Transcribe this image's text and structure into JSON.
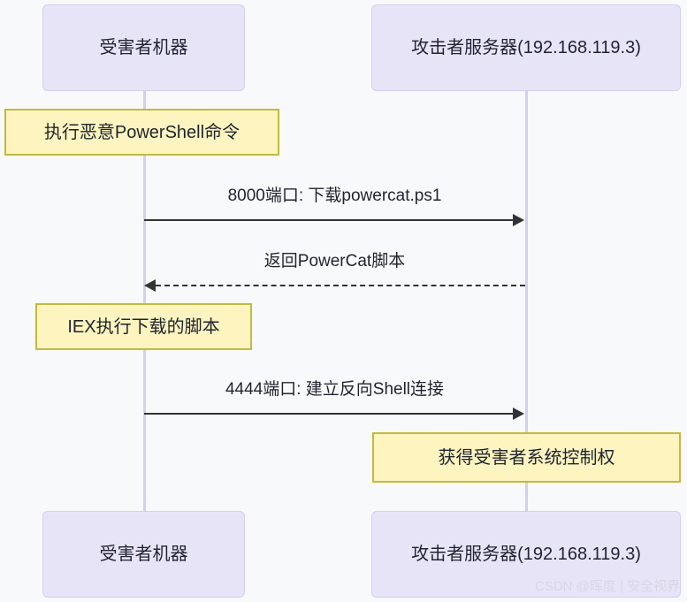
{
  "diagram": {
    "type": "sequence-diagram",
    "background_color": "#f8f9fb",
    "participants": [
      {
        "id": "victim",
        "label": "受害者机器",
        "lifeline_color": "#d6cdf2",
        "box_fill": "#e8e4f8",
        "box_border": "#d6cdf2"
      },
      {
        "id": "attacker",
        "label": "攻击者服务器(192.168.119.3)",
        "lifeline_color": "#d6cdf2",
        "box_fill": "#e8e4f8",
        "box_border": "#d6cdf2"
      }
    ],
    "notes": [
      {
        "id": "note-1",
        "text": "执行恶意PowerShell命令",
        "over": "victim",
        "fill": "#fdf4bf",
        "border": "#c2bb38"
      },
      {
        "id": "note-2",
        "text": "IEX执行下载的脚本",
        "over": "victim",
        "fill": "#fdf4bf",
        "border": "#c2bb38"
      },
      {
        "id": "note-3",
        "text": "获得受害者系统控制权",
        "over": "attacker",
        "fill": "#fdf4bf",
        "border": "#c2bb38"
      }
    ],
    "messages": [
      {
        "id": "msg-1",
        "label": "8000端口: 下载powercat.ps1",
        "from": "victim",
        "to": "attacker",
        "direction": "right",
        "style": "solid",
        "line_color": "#333333"
      },
      {
        "id": "msg-2",
        "label": "返回PowerCat脚本",
        "from": "attacker",
        "to": "victim",
        "direction": "left",
        "style": "dashed",
        "line_color": "#333333"
      },
      {
        "id": "msg-3",
        "label": "4444端口: 建立反向Shell连接",
        "from": "victim",
        "to": "attacker",
        "direction": "right",
        "style": "solid",
        "line_color": "#333333"
      }
    ],
    "watermark": "CSDN @晖度 | 安全视界"
  }
}
